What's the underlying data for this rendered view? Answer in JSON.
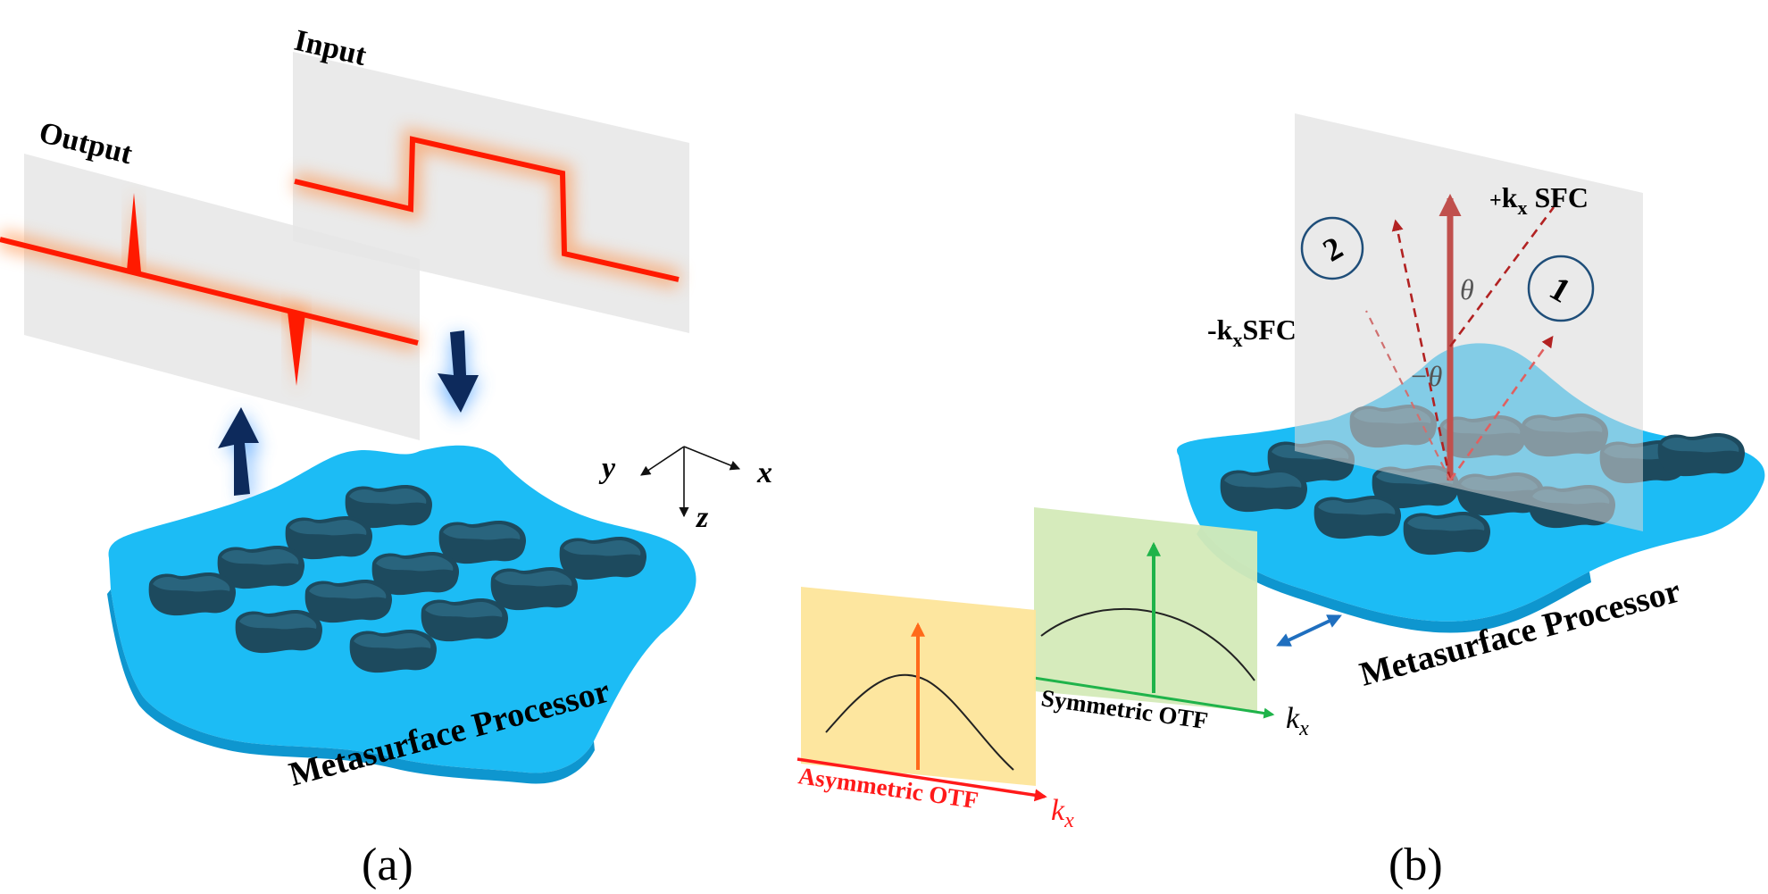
{
  "panel_a": {
    "caption": "(a)",
    "input_label": "Input",
    "output_label": "Output",
    "processor_label": "Metasurface Processor",
    "axes": {
      "x": "x",
      "y": "y",
      "z": "z"
    }
  },
  "panel_b": {
    "caption": "(b)",
    "processor_label": "Metasurface Processor",
    "plus_sfc": {
      "sign": "+",
      "k": "k",
      "sub": "x",
      "rest": " SFC"
    },
    "minus_sfc": {
      "sign": "-",
      "k": "k",
      "sub": "x",
      "rest": "SFC"
    },
    "theta": "θ",
    "minus_theta": "−θ",
    "circle_1": "1",
    "circle_2": "2",
    "asym_otf": "Asymmetric OTF",
    "sym_otf": "Symmetric OTF",
    "kx_k": "k",
    "kx_sub": "x"
  },
  "colors": {
    "metasurface": "#1cbcf5",
    "pillar": "#1d4a5e",
    "signal": "#ff1a00",
    "glow": "#ff8a3d",
    "dark_arrow": "#0d2a5c",
    "plane": "#e6e6e6",
    "sfc_arrow": "#c0504d",
    "asym_plane": "#fde59a",
    "sym_plane": "#d4eab8",
    "asym_axis": "#ff1a1a",
    "sym_axis": "#1fb34a",
    "double_arrow": "#1f6fbf"
  }
}
